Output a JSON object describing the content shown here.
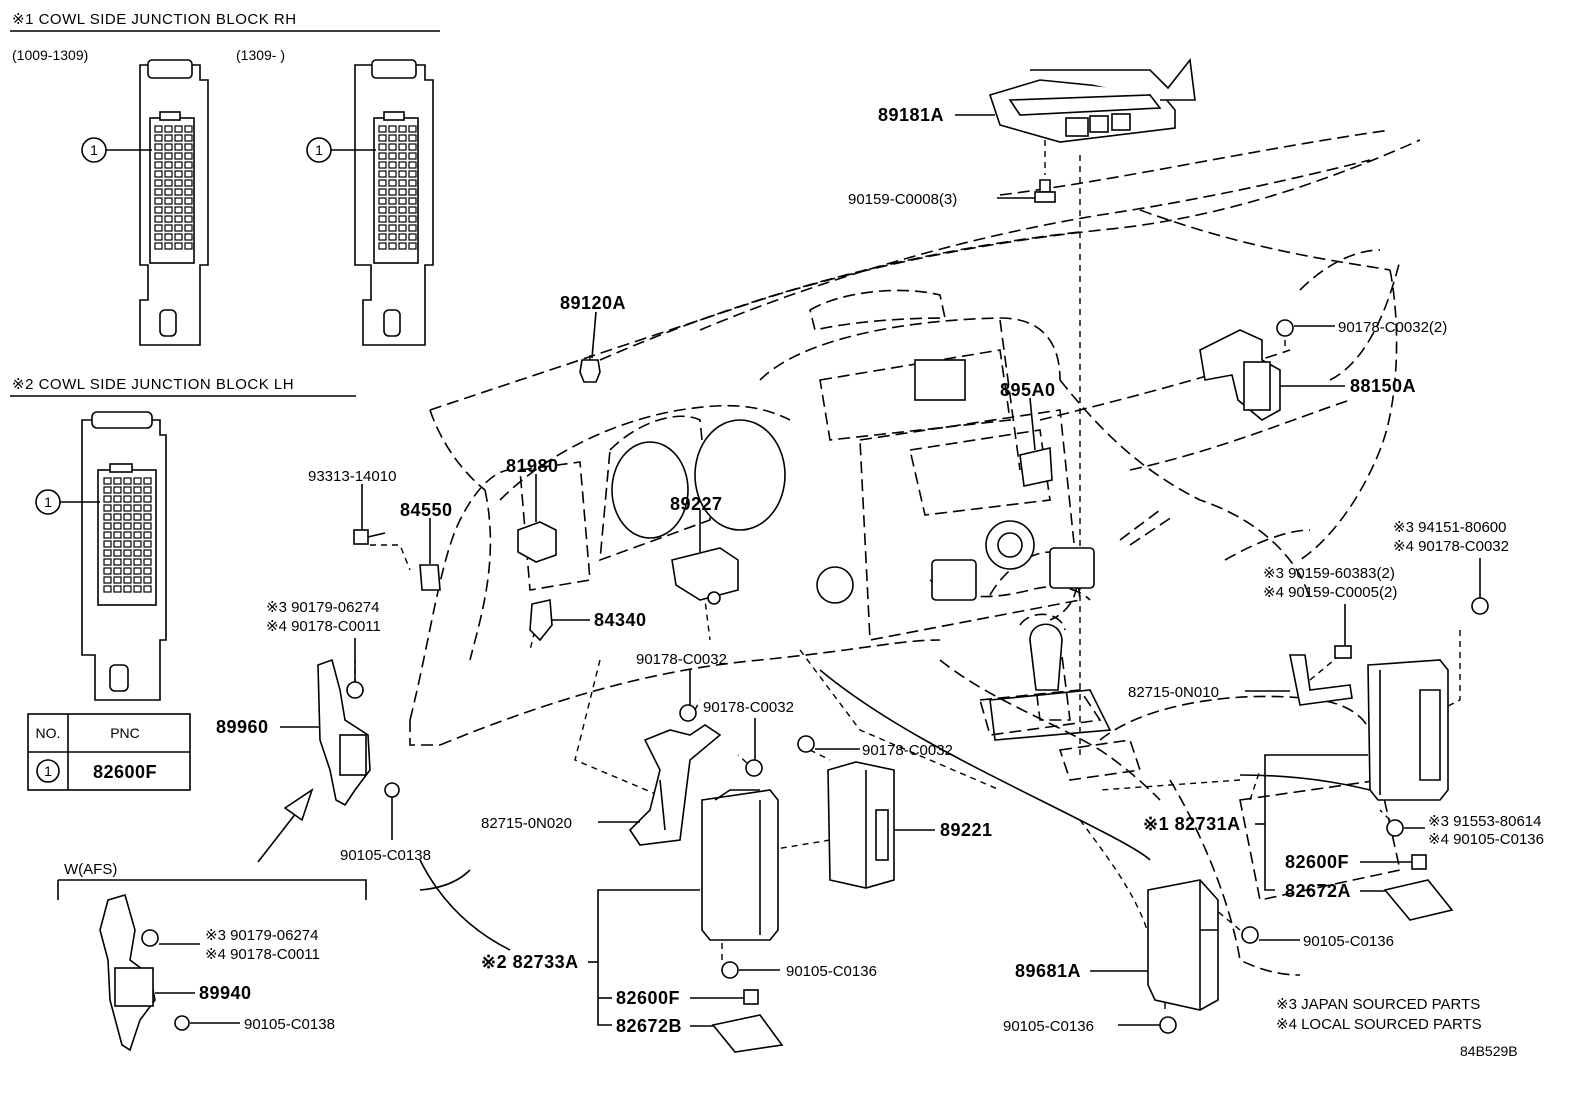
{
  "headers": {
    "rh_title": "※1 COWL SIDE JUNCTION BLOCK RH",
    "rh_range_a": "(1009-1309)",
    "rh_range_b": "(1309-      )",
    "lh_title": "※2 COWL SIDE JUNCTION BLOCK LH",
    "afs_title": "W(AFS)"
  },
  "pnc_table": {
    "col_no": "NO.",
    "col_pnc": "PNC",
    "row_no": "1",
    "row_pnc": "82600F"
  },
  "callout_marker": "1",
  "labels": {
    "p89181A": "89181A",
    "p90159_C0008": "90159-C0008(3)",
    "p89120A": "89120A",
    "p90178_C0032_2": "90178-C0032(2)",
    "p88150A": "88150A",
    "p895A0": "895A0",
    "p93313": "93313-14010",
    "p84550": "84550",
    "p81980": "81980",
    "p89227": "89227",
    "p84340": "84340",
    "p94151": "※3 94151-80600",
    "p90178_C0032_r4": "※4 90178-C0032",
    "p90159_60383": "※3 90159-60383(2)",
    "p90159_C0005": "※4 90159-C0005(2)",
    "p90179_06274_a": "※3 90179-06274",
    "p90178_C0011_a": "※4 90178-C0011",
    "p90178_C0032_a": "90178-C0032",
    "p82715_0N010": "82715-0N010",
    "p89960": "89960",
    "p90178_C0032_b": "90178-C0032",
    "p90178_C0032_c": "90178-C0032",
    "p91553": "※3 91553-80614",
    "p90105_C0136_r": "※4 90105-C0136",
    "p89221": "89221",
    "p82715_0N020": "82715-0N020",
    "p82731A": "※1 82731A",
    "p90105_C0138_a": "90105-C0138",
    "p82600F_r": "82600F",
    "p82672A": "82672A",
    "p82733A": "※2 82733A",
    "p90105_C0136_a": "90105-C0136",
    "p90105_C0136_b": "90105-C0136",
    "p89681A": "89681A",
    "p82600F_l": "82600F",
    "p82672B": "82672B",
    "p90105_C0136_c": "90105-C0136",
    "p90179_06274_b": "※3 90179-06274",
    "p90178_C0011_b": "※4 90178-C0011",
    "p89940": "89940",
    "p90105_C0138_b": "90105-C0138"
  },
  "notes": {
    "japan": "※3 JAPAN SOURCED PARTS",
    "local": "※4 LOCAL SOURCED PARTS"
  },
  "diagram_code": "84B529B"
}
